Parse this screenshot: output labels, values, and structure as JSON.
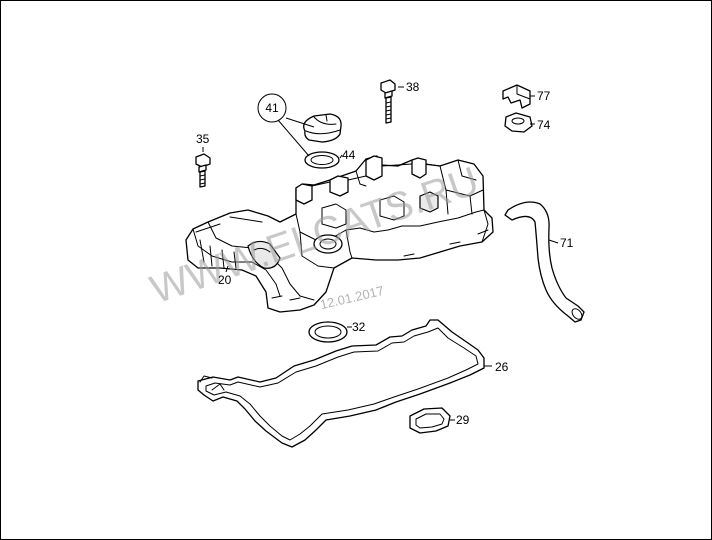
{
  "diagram": {
    "watermark": "WWW.ELCATS.RU",
    "watermark_date": "12.01.2017",
    "callouts": [
      {
        "id": "p41",
        "number": "41",
        "circled": true
      },
      {
        "id": "p44",
        "number": "44"
      },
      {
        "id": "p38",
        "number": "38"
      },
      {
        "id": "p77",
        "number": "77"
      },
      {
        "id": "p74",
        "number": "74"
      },
      {
        "id": "p35",
        "number": "35"
      },
      {
        "id": "p71",
        "number": "71"
      },
      {
        "id": "p20",
        "number": "20"
      },
      {
        "id": "p32",
        "number": "32"
      },
      {
        "id": "p26",
        "number": "26"
      },
      {
        "id": "p29",
        "number": "29"
      }
    ]
  }
}
